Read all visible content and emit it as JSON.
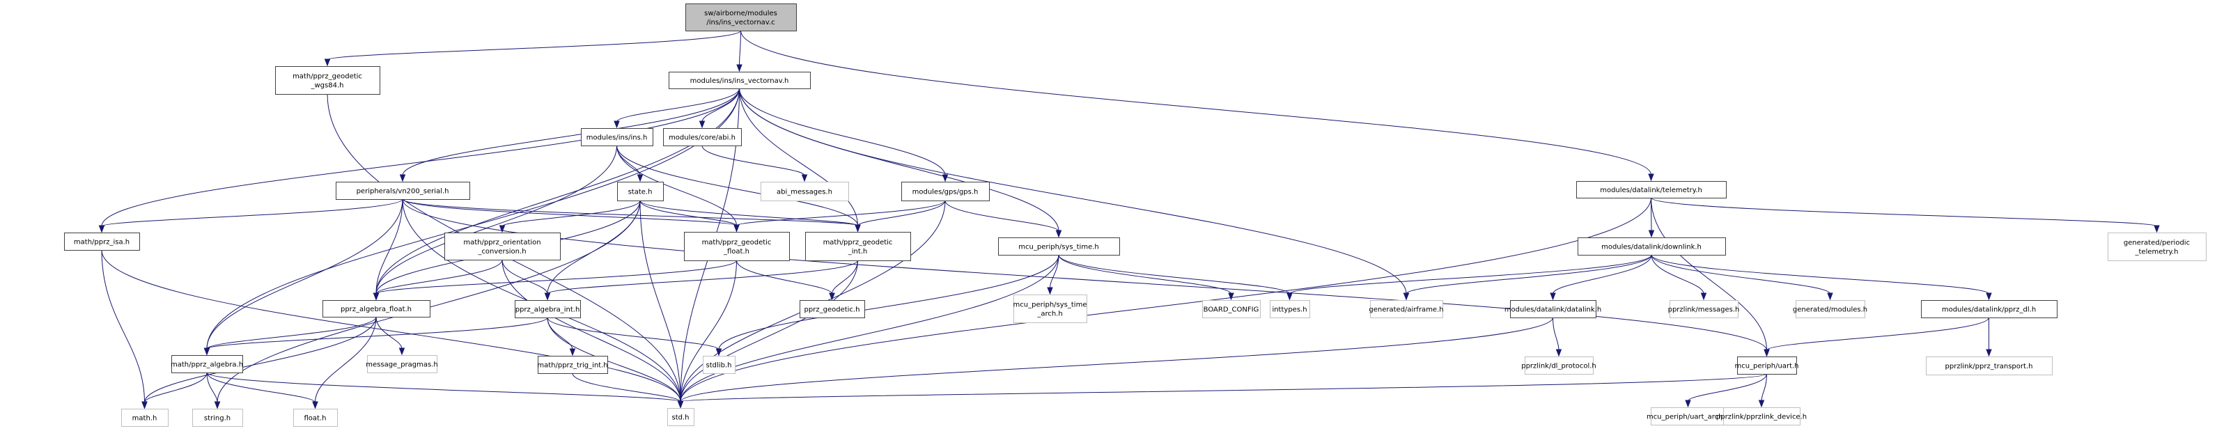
{
  "diagram": {
    "type": "include-dependency-graph",
    "colors": {
      "edge": "#191970",
      "root_fill": "#bfbfbf",
      "node_border": "#404040",
      "external_border": "#bfbfbf"
    },
    "nodes": [
      {
        "id": "root",
        "kind": "root",
        "lines": [
          "sw/airborne/modules",
          "/ins/ins_vectornav.c"
        ]
      },
      {
        "id": "wgs84",
        "kind": "std",
        "lines": [
          "math/pprz_geodetic",
          "_wgs84.h"
        ]
      },
      {
        "id": "insvn",
        "kind": "std",
        "lines": [
          "modules/ins/ins_vectornav.h"
        ]
      },
      {
        "id": "ins",
        "kind": "std",
        "lines": [
          "modules/ins/ins.h"
        ]
      },
      {
        "id": "abi",
        "kind": "std",
        "lines": [
          "modules/core/abi.h"
        ]
      },
      {
        "id": "abimsg",
        "kind": "ext",
        "lines": [
          "abi_messages.h"
        ]
      },
      {
        "id": "vn200",
        "kind": "std",
        "lines": [
          "peripherals/vn200_serial.h"
        ]
      },
      {
        "id": "state",
        "kind": "std",
        "lines": [
          "state.h"
        ]
      },
      {
        "id": "gps",
        "kind": "std",
        "lines": [
          "modules/gps/gps.h"
        ]
      },
      {
        "id": "isa",
        "kind": "std",
        "lines": [
          "math/pprz_isa.h"
        ]
      },
      {
        "id": "orient",
        "kind": "std",
        "lines": [
          "math/pprz_orientation",
          "_conversion.h"
        ]
      },
      {
        "id": "geofloat",
        "kind": "std",
        "lines": [
          "math/pprz_geodetic",
          "_float.h"
        ]
      },
      {
        "id": "geoint",
        "kind": "std",
        "lines": [
          "math/pprz_geodetic",
          "_int.h"
        ]
      },
      {
        "id": "systime",
        "kind": "std",
        "lines": [
          "mcu_periph/sys_time.h"
        ]
      },
      {
        "id": "algfloat",
        "kind": "std",
        "lines": [
          "pprz_algebra_float.h"
        ]
      },
      {
        "id": "algint",
        "kind": "std",
        "lines": [
          "pprz_algebra_int.h"
        ]
      },
      {
        "id": "geodetic",
        "kind": "std",
        "lines": [
          "pprz_geodetic.h"
        ]
      },
      {
        "id": "systimearch",
        "kind": "ext",
        "lines": [
          "mcu_periph/sys_time",
          "_arch.h"
        ]
      },
      {
        "id": "board",
        "kind": "ext",
        "lines": [
          "BOARD_CONFIG"
        ]
      },
      {
        "id": "inttypes",
        "kind": "ext",
        "lines": [
          "inttypes.h"
        ]
      },
      {
        "id": "airframe",
        "kind": "ext",
        "lines": [
          "generated/airframe.h"
        ]
      },
      {
        "id": "telemetry",
        "kind": "std",
        "lines": [
          "modules/datalink/telemetry.h"
        ]
      },
      {
        "id": "downlink",
        "kind": "std",
        "lines": [
          "modules/datalink/downlink.h"
        ]
      },
      {
        "id": "periodic",
        "kind": "ext",
        "lines": [
          "generated/periodic",
          "_telemetry.h"
        ]
      },
      {
        "id": "datalink",
        "kind": "std",
        "lines": [
          "modules/datalink/datalink.h"
        ]
      },
      {
        "id": "messages",
        "kind": "ext",
        "lines": [
          "pprzlink/messages.h"
        ]
      },
      {
        "id": "genmodules",
        "kind": "ext",
        "lines": [
          "generated/modules.h"
        ]
      },
      {
        "id": "pprzdl",
        "kind": "std",
        "lines": [
          "modules/datalink/pprz_dl.h"
        ]
      },
      {
        "id": "algebra",
        "kind": "std",
        "lines": [
          "math/pprz_algebra.h"
        ]
      },
      {
        "id": "msgpragmas",
        "kind": "ext",
        "lines": [
          "message_pragmas.h"
        ]
      },
      {
        "id": "trigint",
        "kind": "std",
        "lines": [
          "math/pprz_trig_int.h"
        ]
      },
      {
        "id": "stdlib",
        "kind": "ext",
        "lines": [
          "stdlib.h"
        ]
      },
      {
        "id": "dlprotocol",
        "kind": "ext",
        "lines": [
          "pprzlink/dl_protocol.h"
        ]
      },
      {
        "id": "uart",
        "kind": "std",
        "lines": [
          "mcu_periph/uart.h"
        ]
      },
      {
        "id": "transport",
        "kind": "ext",
        "lines": [
          "pprzlink/pprz_transport.h"
        ]
      },
      {
        "id": "math",
        "kind": "ext",
        "lines": [
          "math.h"
        ]
      },
      {
        "id": "string",
        "kind": "ext",
        "lines": [
          "string.h"
        ]
      },
      {
        "id": "float",
        "kind": "ext",
        "lines": [
          "float.h"
        ]
      },
      {
        "id": "std",
        "kind": "ext",
        "lines": [
          "std.h"
        ]
      },
      {
        "id": "uartarch",
        "kind": "ext",
        "lines": [
          "mcu_periph/uart_arch.h"
        ]
      },
      {
        "id": "device",
        "kind": "ext",
        "lines": [
          "pprzlink/pprzlink_device.h"
        ]
      }
    ],
    "edges": [
      [
        "root",
        "wgs84"
      ],
      [
        "root",
        "insvn"
      ],
      [
        "root",
        "telemetry"
      ],
      [
        "wgs84",
        "std"
      ],
      [
        "insvn",
        "ins"
      ],
      [
        "insvn",
        "abi"
      ],
      [
        "insvn",
        "vn200"
      ],
      [
        "insvn",
        "isa"
      ],
      [
        "insvn",
        "algfloat"
      ],
      [
        "insvn",
        "algebra"
      ],
      [
        "insvn",
        "geoint"
      ],
      [
        "insvn",
        "gps"
      ],
      [
        "insvn",
        "systime"
      ],
      [
        "insvn",
        "airframe"
      ],
      [
        "insvn",
        "std"
      ],
      [
        "ins",
        "state"
      ],
      [
        "ins",
        "algfloat"
      ],
      [
        "ins",
        "geoint"
      ],
      [
        "ins",
        "geofloat"
      ],
      [
        "abi",
        "abimsg"
      ],
      [
        "vn200",
        "isa"
      ],
      [
        "vn200",
        "algfloat"
      ],
      [
        "vn200",
        "algebra"
      ],
      [
        "vn200",
        "geofloat"
      ],
      [
        "vn200",
        "geoint"
      ],
      [
        "vn200",
        "uart"
      ],
      [
        "vn200",
        "std"
      ],
      [
        "state",
        "orient"
      ],
      [
        "state",
        "algfloat"
      ],
      [
        "state",
        "algint"
      ],
      [
        "state",
        "geofloat"
      ],
      [
        "state",
        "geoint"
      ],
      [
        "state",
        "std"
      ],
      [
        "state",
        "string"
      ],
      [
        "gps",
        "geoint"
      ],
      [
        "gps",
        "geofloat"
      ],
      [
        "gps",
        "systime"
      ],
      [
        "gps",
        "std"
      ],
      [
        "isa",
        "math"
      ],
      [
        "isa",
        "std"
      ],
      [
        "orient",
        "algfloat"
      ],
      [
        "orient",
        "algint"
      ],
      [
        "orient",
        "std"
      ],
      [
        "geofloat",
        "algfloat"
      ],
      [
        "geofloat",
        "geodetic"
      ],
      [
        "geofloat",
        "std"
      ],
      [
        "geoint",
        "algint"
      ],
      [
        "geoint",
        "geodetic"
      ],
      [
        "geoint",
        "std"
      ],
      [
        "systime",
        "systimearch"
      ],
      [
        "systime",
        "board"
      ],
      [
        "systime",
        "inttypes"
      ],
      [
        "systime",
        "stdlib"
      ],
      [
        "systime",
        "std"
      ],
      [
        "algfloat",
        "algebra"
      ],
      [
        "algfloat",
        "msgpragmas"
      ],
      [
        "algfloat",
        "float"
      ],
      [
        "algfloat",
        "math"
      ],
      [
        "algint",
        "algebra"
      ],
      [
        "algint",
        "trigint"
      ],
      [
        "algint",
        "stdlib"
      ],
      [
        "algint",
        "std"
      ],
      [
        "trigint",
        "std"
      ],
      [
        "algebra",
        "math"
      ],
      [
        "algebra",
        "string"
      ],
      [
        "algebra",
        "float"
      ],
      [
        "algebra",
        "std"
      ],
      [
        "telemetry",
        "downlink"
      ],
      [
        "telemetry",
        "periodic"
      ],
      [
        "telemetry",
        "uart"
      ],
      [
        "telemetry",
        "std"
      ],
      [
        "downlink",
        "inttypes"
      ],
      [
        "downlink",
        "airframe"
      ],
      [
        "downlink",
        "datalink"
      ],
      [
        "downlink",
        "messages"
      ],
      [
        "downlink",
        "genmodules"
      ],
      [
        "downlink",
        "pprzdl"
      ],
      [
        "datalink",
        "dlprotocol"
      ],
      [
        "datalink",
        "std"
      ],
      [
        "pprzdl",
        "uart"
      ],
      [
        "pprzdl",
        "transport"
      ],
      [
        "uart",
        "std"
      ],
      [
        "uart",
        "uartarch"
      ],
      [
        "uart",
        "device"
      ]
    ]
  }
}
